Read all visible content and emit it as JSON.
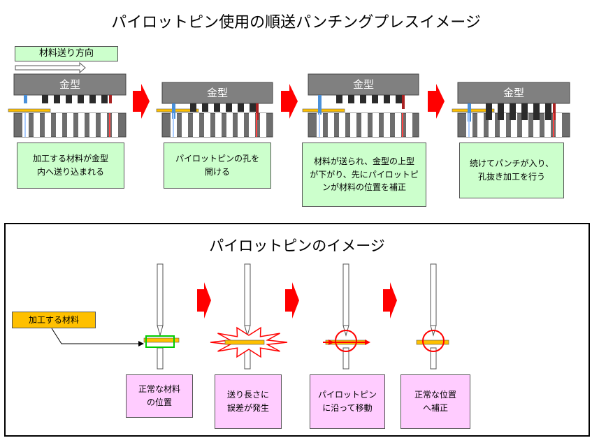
{
  "title": "パイロットピン使用の順送パンチングプレスイメージ",
  "feed_direction_label": "材料送り方向",
  "die_label": "金型",
  "stage_captions": [
    "加工する材料が金型\n内へ送り込まれる",
    "パイロットピンの孔を\n開ける",
    "材料が送られ、金型の上型\nが下がり、先にパイロットピ\nンが材料の位置を補正",
    "続けてパンチが入り、\n孔抜き加工を行う"
  ],
  "subtitle": "パイロットピンのイメージ",
  "material_label": "加工する材料",
  "pin_captions": [
    "正常な材料\nの位置",
    "送り長さに\n誤差が発生",
    "パイロットピン\nに沿って移動",
    "正常な位置\nへ補正"
  ],
  "colors": {
    "arrow_red": "#ff0000",
    "material_orange": "#ffc000",
    "caption_green": "#ccffcc",
    "caption_pink": "#ffccff",
    "pilot_blue": "#4a90d9",
    "punch_dark": "#2b2b2b",
    "highlight_green": "#00cc00"
  }
}
